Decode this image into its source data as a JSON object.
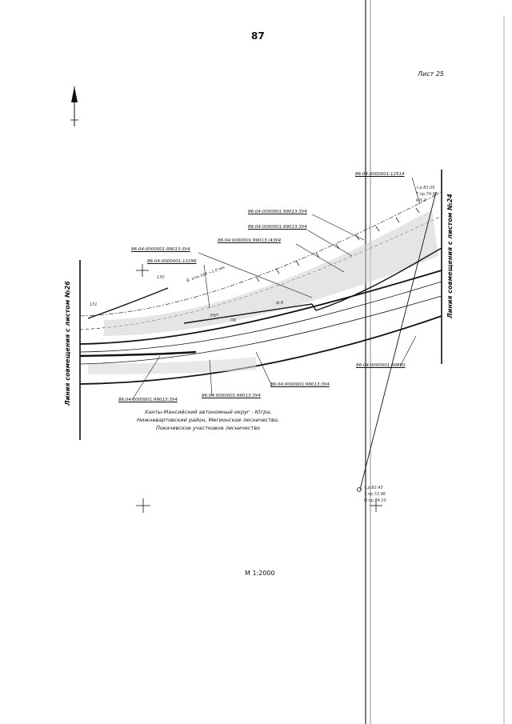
{
  "page_number": "87",
  "sheet_label": "Лист 25",
  "scale": "М 1:2000",
  "match_line_left": "Линия совмещения с листом №26",
  "match_line_right": "Линия совмещения с листом №24",
  "region_caption": [
    "Ханты-Мансийский автономный округ - Югра,",
    "Нижневартовский район, Мегионское лесничество,",
    "Покачевское участковое лесничество"
  ],
  "parcels": [
    "86:04:0000001:12514",
    "86:04:0000001:99013:3У4",
    "86:04:0000001:99013:3У4",
    "86:04:0000001:99013:/43У4",
    "86:04:0000001:99013:3У4",
    "86:04:0000001:12296",
    "86:04:0000001:99013:3У4",
    "86:04:0000001:99013:3У4",
    "86:04:0000001:99013:3У4",
    "86:04:0000001:99850"
  ],
  "annotations": {
    "contour_130": "130",
    "contour_131": "131",
    "pipe_note": "В. отм.168 ~1.0 мм",
    "label_lep": "ЛЭП",
    "label_fr": "ф.8",
    "label_pk": "ПК",
    "point_label_1": "т.р.82.43",
    "point_label_2": "Т.пр.72.96",
    "point_label_3": "Н.пр.74.10",
    "top_right_1": "т.р.83.05",
    "top_right_2": "Т.пр.74.96",
    "top_right_3": "КЛ-2"
  },
  "colors": {
    "ink": "#111111",
    "paper": "#ffffff"
  },
  "icons": {
    "north_arrow": "north-arrow-icon"
  }
}
